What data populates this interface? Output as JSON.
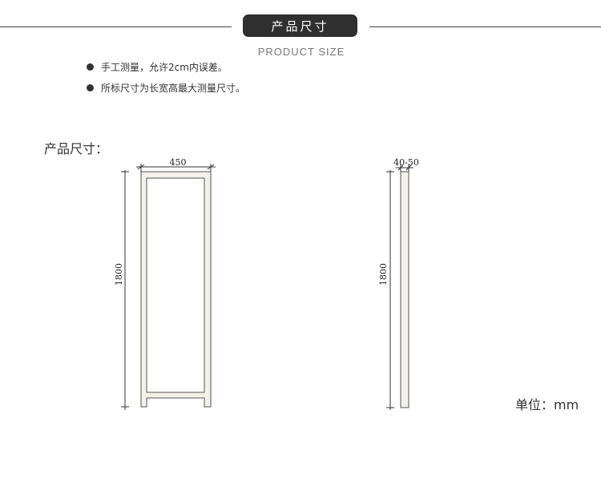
{
  "header": {
    "title_cn": "产品尺寸",
    "title_en": "PRODUCT SIZE"
  },
  "notes": [
    "手工测量，允许2cm内误差。",
    "所标尺寸为长宽高最大测量尺寸。"
  ],
  "section_label": "产品尺寸：",
  "front_view": {
    "width_label": "450",
    "height_label": "1800"
  },
  "side_view": {
    "depth_label": "40-50",
    "height_label": "1800"
  },
  "unit_label": "单位：mm",
  "colors": {
    "banner": "#2f2f2f",
    "frame_fill": "#f3f1ea",
    "line": "#444444"
  }
}
